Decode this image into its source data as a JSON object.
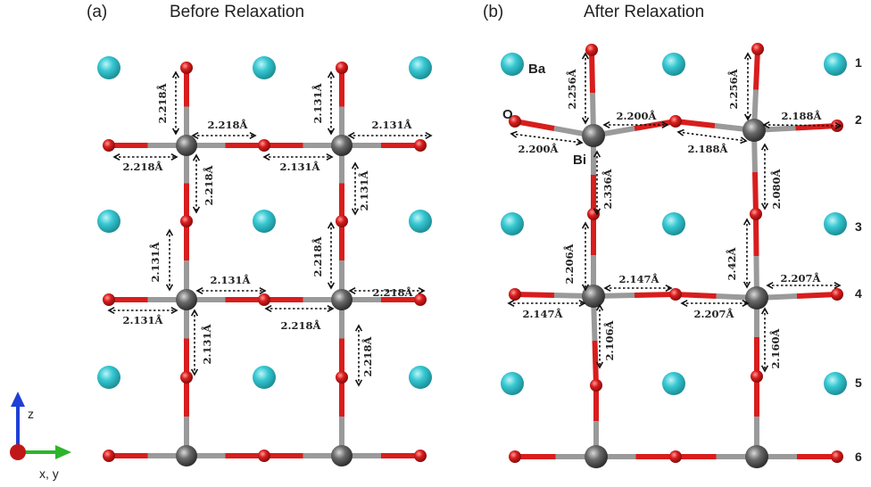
{
  "panel_a": {
    "label": "(a)",
    "title": "Before Relaxation",
    "bond_lengths": [
      "2.218Å",
      "2.218Å",
      "2.218Å",
      "2.218Å",
      "2.131Å",
      "2.131Å",
      "2.131Å",
      "2.131Å",
      "2.131Å",
      "2.131Å",
      "2.131Å",
      "2.131Å",
      "2.218Å",
      "2.218Å",
      "2.218Å",
      "2.218Å"
    ]
  },
  "panel_b": {
    "label": "(b)",
    "title": "After Relaxation",
    "bond_lengths": [
      "2.256Å",
      "2.200Å",
      "2.200Å",
      "2.336Å",
      "2.256Å",
      "2.188Å",
      "2.188Å",
      "2.080Å",
      "2.206Å",
      "2.147Å",
      "2.147Å",
      "2.106Å",
      "2.42Å",
      "2.207Å",
      "2.207Å",
      "2.160Å"
    ],
    "atom_labels": {
      "barium": "Ba",
      "oxygen": "O",
      "bismuth": "Bi"
    },
    "row_labels": [
      "1",
      "2",
      "3",
      "4",
      "5",
      "6"
    ]
  },
  "axes": {
    "vertical": "z",
    "horizontal": "x, y"
  },
  "colors": {
    "barium": "#36c8d2",
    "oxygen": "#d81d1d",
    "bismuth": "#6a6a6a",
    "bond_gray": "#9a9a9a",
    "axis_z": "#1f3fd6",
    "axis_xy": "#2bb52b",
    "axis_origin": "#c01818"
  }
}
